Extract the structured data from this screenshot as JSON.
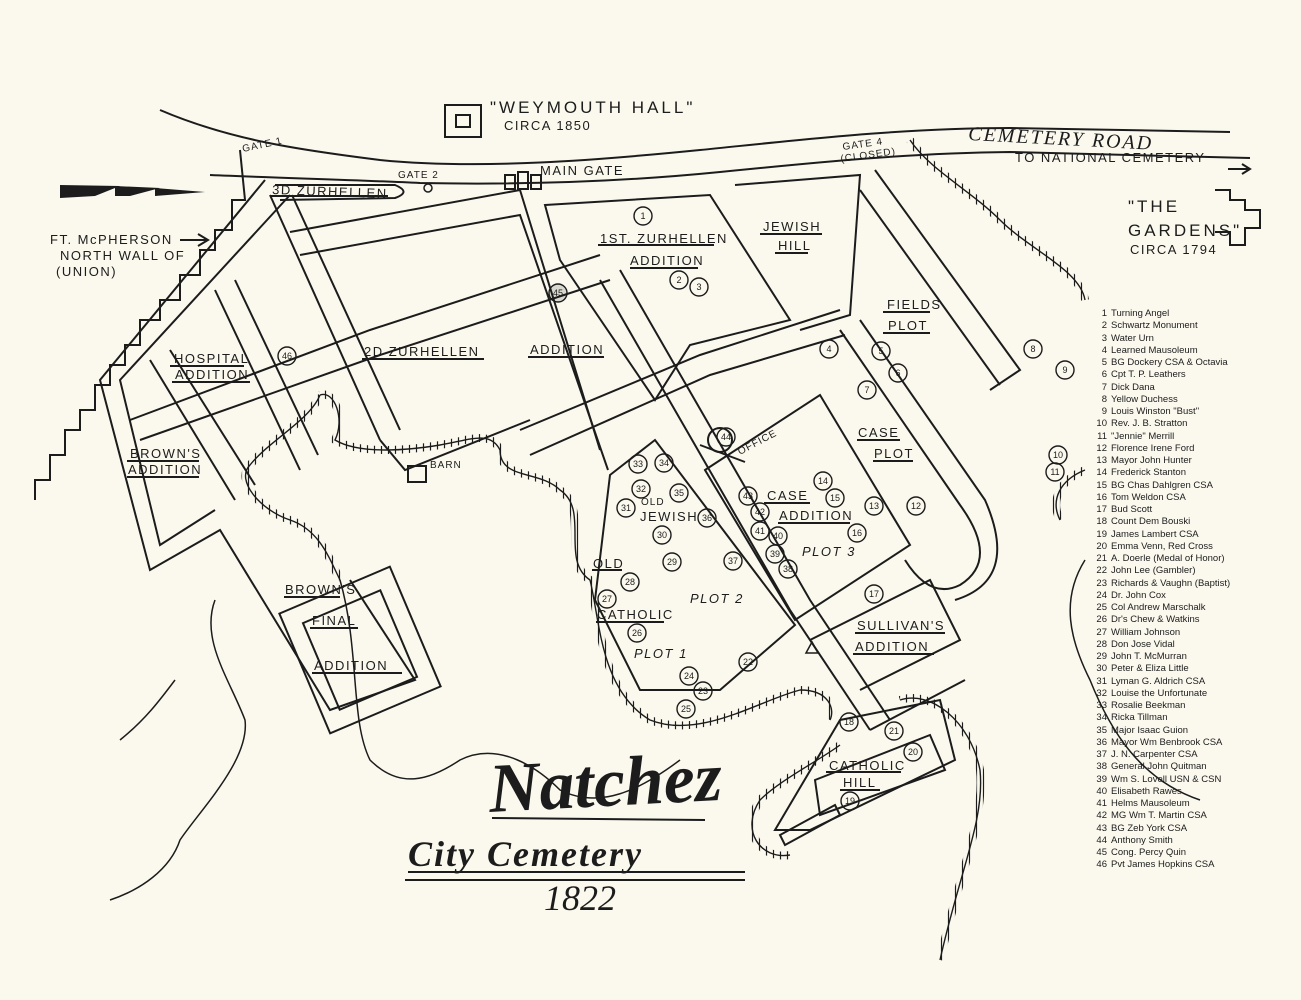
{
  "title": {
    "line1": "Natchez",
    "line2": "City Cemetery",
    "year": "1822"
  },
  "landmarks": {
    "weymouth_hall": "\"WEYMOUTH HALL\"",
    "weymouth_circa": "CIRCA 1850",
    "gardens_line1": "\"THE",
    "gardens_line2": "GARDENS\"",
    "gardens_circa": "CIRCA 1794",
    "fort_line1": "FT. McPHERSON",
    "fort_line2": "NORTH WALL OF",
    "fort_line3": "(UNION)",
    "barn": "BARN",
    "office": "OFFICE"
  },
  "roads": {
    "cemetery_road": "CEMETERY ROAD",
    "national": "TO NATIONAL CEMETERY"
  },
  "gates": {
    "gate1": "GATE 1",
    "gate2": "GATE 2",
    "main": "MAIN GATE",
    "gate4": "GATE 4",
    "gate4_note": "(CLOSED)"
  },
  "sections": {
    "zurhellen3": "3D ZURHELLEN",
    "zurhellen1_a": "1ST. ZURHELLEN",
    "zurhellen1_b": "ADDITION",
    "jewish_hill_a": "JEWISH",
    "jewish_hill_b": "HILL",
    "fields_a": "FIELDS",
    "fields_b": "PLOT",
    "zurhellen2": "2D ZURHELLEN",
    "addition": "ADDITION",
    "hospital_a": "HOSPITAL",
    "hospital_b": "ADDITION",
    "browns_a": "BROWN'S",
    "browns_b": "ADDITION",
    "case_plot_a": "CASE",
    "case_plot_b": "PLOT",
    "case_add_a": "CASE",
    "case_add_b": "ADDITION",
    "plot3": "PLOT 3",
    "old_jewish_a": "OLD",
    "old_jewish_b": "JEWISH",
    "old_catholic_a": "OLD",
    "old_catholic_b": "CATHOLIC",
    "plot1": "PLOT 1",
    "plot2": "PLOT 2",
    "sullivans_a": "SULLIVAN'S",
    "sullivans_b": "ADDITION",
    "catholic_hill_a": "CATHOLIC",
    "catholic_hill_b": "HILL",
    "browns_final_a": "BROWN'S",
    "browns_final_b": "FINAL",
    "browns_final_c": "ADDITION"
  },
  "markers": [
    "1",
    "2",
    "3",
    "4",
    "5",
    "6",
    "7",
    "8",
    "9",
    "10",
    "11",
    "12",
    "13",
    "14",
    "15",
    "16",
    "17",
    "18",
    "19",
    "20",
    "21",
    "22",
    "23",
    "24",
    "25",
    "26",
    "27",
    "28",
    "29",
    "30",
    "31",
    "32",
    "33",
    "34",
    "35",
    "36",
    "37",
    "38",
    "39",
    "40",
    "41",
    "42",
    "43",
    "44",
    "45",
    "46"
  ],
  "legend": [
    {
      "n": "1",
      "name": "Turning Angel"
    },
    {
      "n": "2",
      "name": "Schwartz Monument"
    },
    {
      "n": "3",
      "name": "Water Urn"
    },
    {
      "n": "4",
      "name": "Learned Mausoleum"
    },
    {
      "n": "5",
      "name": "BG Dockery CSA & Octavia"
    },
    {
      "n": "6",
      "name": "Cpt T. P. Leathers"
    },
    {
      "n": "7",
      "name": "Dick Dana"
    },
    {
      "n": "8",
      "name": "Yellow Duchess"
    },
    {
      "n": "9",
      "name": "Louis Winston \"Bust\""
    },
    {
      "n": "10",
      "name": "Rev. J. B. Stratton"
    },
    {
      "n": "11",
      "name": "\"Jennie\" Merrill"
    },
    {
      "n": "12",
      "name": "Florence Irene Ford"
    },
    {
      "n": "13",
      "name": "Mayor John Hunter"
    },
    {
      "n": "14",
      "name": "Frederick Stanton"
    },
    {
      "n": "15",
      "name": "BG Chas Dahlgren CSA"
    },
    {
      "n": "16",
      "name": "Tom Weldon CSA"
    },
    {
      "n": "17",
      "name": "Bud Scott"
    },
    {
      "n": "18",
      "name": "Count Dem Bouski"
    },
    {
      "n": "19",
      "name": "James Lambert CSA"
    },
    {
      "n": "20",
      "name": "Emma Venn, Red Cross"
    },
    {
      "n": "21",
      "name": "A. Doerle (Medal of Honor)"
    },
    {
      "n": "22",
      "name": "John Lee (Gambler)"
    },
    {
      "n": "23",
      "name": "Richards & Vaughn (Baptist)"
    },
    {
      "n": "24",
      "name": "Dr. John Cox"
    },
    {
      "n": "25",
      "name": "Col Andrew Marschalk"
    },
    {
      "n": "26",
      "name": "Dr's Chew & Watkins"
    },
    {
      "n": "27",
      "name": "William Johnson"
    },
    {
      "n": "28",
      "name": "Don Jose Vidal"
    },
    {
      "n": "29",
      "name": "John T. McMurran"
    },
    {
      "n": "30",
      "name": "Peter & Eliza Little"
    },
    {
      "n": "31",
      "name": "Lyman G. Aldrich CSA"
    },
    {
      "n": "32",
      "name": "Louise the Unfortunate"
    },
    {
      "n": "33",
      "name": "Rosalie Beekman"
    },
    {
      "n": "34",
      "name": "Ricka Tillman"
    },
    {
      "n": "35",
      "name": "Major Isaac Guion"
    },
    {
      "n": "36",
      "name": "Mayor Wm Benbrook CSA"
    },
    {
      "n": "37",
      "name": "J. N. Carpenter CSA"
    },
    {
      "n": "38",
      "name": "General John Quitman"
    },
    {
      "n": "39",
      "name": "Wm S. Lovell USN & CSN"
    },
    {
      "n": "40",
      "name": "Elisabeth Rawes"
    },
    {
      "n": "41",
      "name": "Helms Mausoleum"
    },
    {
      "n": "42",
      "name": "MG Wm T. Martin CSA"
    },
    {
      "n": "43",
      "name": "BG Zeb York CSA"
    },
    {
      "n": "44",
      "name": "Anthony Smith"
    },
    {
      "n": "45",
      "name": "Cong. Percy Quin"
    },
    {
      "n": "46",
      "name": "Pvt James Hopkins CSA"
    }
  ]
}
